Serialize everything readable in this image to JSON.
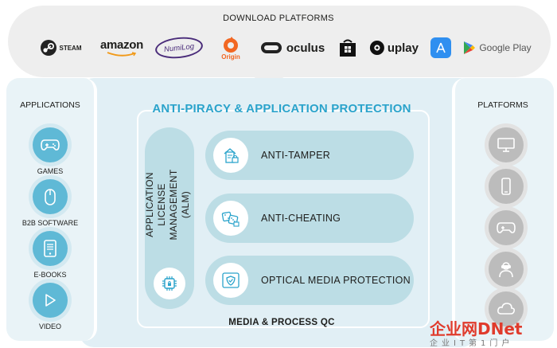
{
  "download": {
    "title": "DOWNLOAD PLATFORMS",
    "logos": {
      "steam": "STEAM",
      "amazon": "amazon",
      "numilog": "NumiLog",
      "origin": "Origin",
      "oculus": "oculus",
      "uplay": "uplay",
      "google_play": "Google Play"
    }
  },
  "applications": {
    "title": "APPLICATIONS",
    "items": [
      {
        "label": "GAMES",
        "icon": "gamepad-icon"
      },
      {
        "label": "B2B SOFTWARE",
        "icon": "mouse-icon"
      },
      {
        "label": "E-BOOKS",
        "icon": "ebook-icon"
      },
      {
        "label": "VIDEO",
        "icon": "play-icon"
      }
    ]
  },
  "platforms": {
    "title": "PLATFORMS",
    "items": [
      {
        "icon": "monitor-icon"
      },
      {
        "icon": "smartphone-icon"
      },
      {
        "icon": "console-controller-icon"
      },
      {
        "icon": "vr-headset-icon"
      },
      {
        "icon": "cloud-icon"
      }
    ]
  },
  "protection": {
    "title": "ANTI-PIRACY & APPLICATION PROTECTION",
    "alm": "APPLICATION LICENSE MANAGEMENT (ALM)",
    "items": [
      {
        "label": "ANTI-TAMPER",
        "icon": "document-lock-icon"
      },
      {
        "label": "ANTI-CHEATING",
        "icon": "dice-lock-icon"
      },
      {
        "label": "OPTICAL MEDIA PROTECTION",
        "icon": "disc-shield-icon"
      }
    ],
    "footer": "MEDIA & PROCESS QC"
  },
  "watermark": {
    "main": "企业网DNet",
    "sub": "企业IT第1门户"
  },
  "colors": {
    "accent": "#2aa3cb",
    "app_circle": "#5fb9d6",
    "pill": "#bcdde5",
    "panel": "#e1eff5",
    "platform_circle": "#bcbcbc"
  }
}
